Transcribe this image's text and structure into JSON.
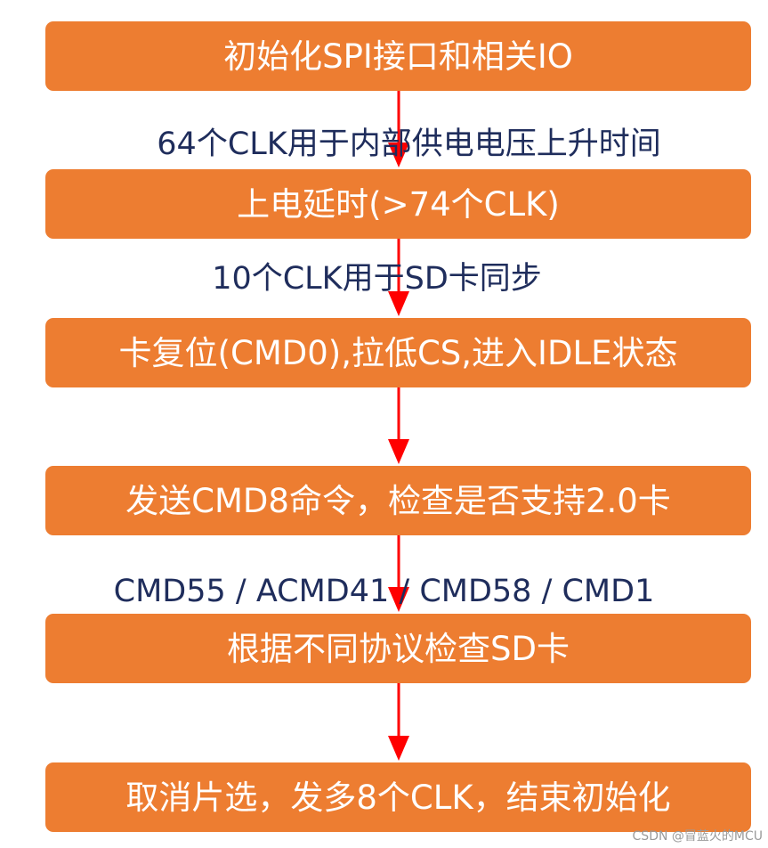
{
  "steps": [
    "初始化SPI接口和相关IO",
    "上电延时(>74个CLK)",
    "卡复位(CMD0),拉低CS,进入IDLE状态",
    "发送CMD8命令，检查是否支持2.0卡",
    "根据不同协议检查SD卡",
    "取消片选，发多8个CLK，结束初始化"
  ],
  "edge_labels": {
    "after_step_1": "64个CLK用于内部供电电压上升时间",
    "after_step_2": "10个CLK用于SD卡同步",
    "after_step_4": "CMD55 / ACMD41 / CMD58 / CMD1"
  },
  "watermark": "CSDN @冒蓝火的MCU",
  "colors": {
    "box_fill": "#ED7D31",
    "box_text": "#FFFFFF",
    "arrow": "#FF0000",
    "label_text": "#1F2D5C"
  }
}
